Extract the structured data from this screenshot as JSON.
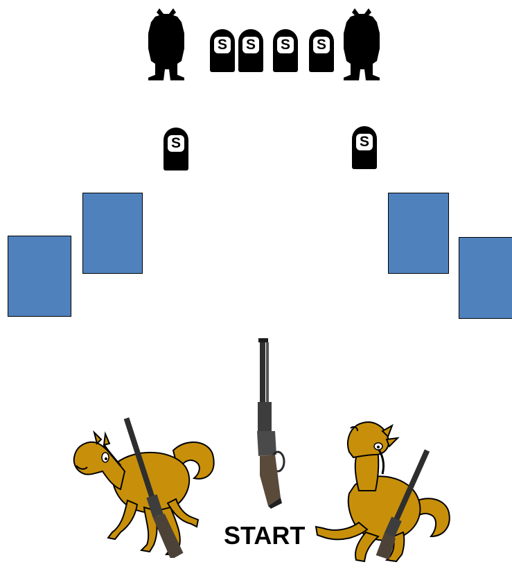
{
  "start_label": "START",
  "top_row_stones": [
    "S",
    "S",
    "S",
    "S"
  ],
  "mid_stones": [
    "S",
    "S"
  ],
  "colors": {
    "background": "#ffffff",
    "block_blue": "#4f81bd",
    "silhouette": "#000000",
    "horse_body": "#c8900a",
    "rifle_wood": "#5a4a3a",
    "rifle_metal": "#3a3a3a"
  },
  "icons": {
    "outlaw": "bandit-silhouette-icon",
    "stone": "gravestone-icon",
    "horse": "horse-icon",
    "rifle": "rifle-icon"
  }
}
